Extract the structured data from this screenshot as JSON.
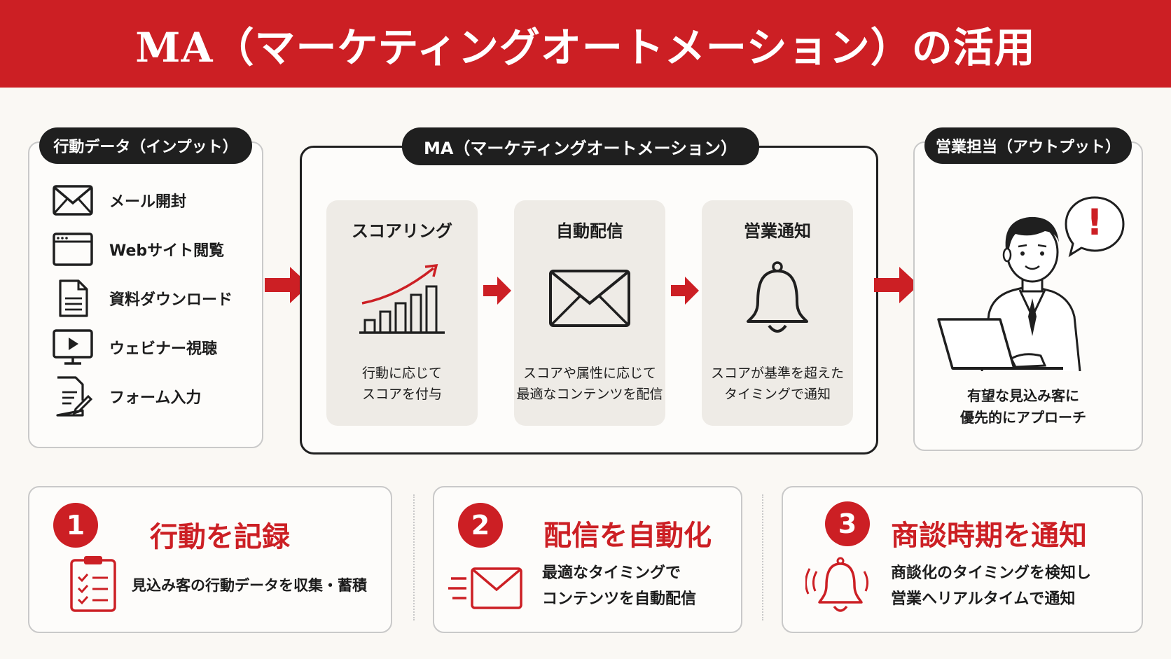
{
  "title": "MA（マーケティングオートメーション）の活用",
  "input": {
    "label": "行動データ（インプット）",
    "items": [
      {
        "icon": "envelope-icon",
        "label": "メール開封"
      },
      {
        "icon": "browser-window-icon",
        "label": "Webサイト閲覧"
      },
      {
        "icon": "document-icon",
        "label": "資料ダウンロード"
      },
      {
        "icon": "video-monitor-icon",
        "label": "ウェビナー視聴"
      },
      {
        "icon": "form-pen-icon",
        "label": "フォーム入力"
      }
    ]
  },
  "ma": {
    "label": "MA（マーケティングオートメーション）",
    "steps": [
      {
        "title": "スコアリング",
        "icon": "rising-bar-chart-icon",
        "desc": "行動に応じて\nスコアを付与"
      },
      {
        "title": "自動配信",
        "icon": "envelope-icon",
        "desc": "スコアや属性に応じて\n最適なコンテンツを配信"
      },
      {
        "title": "営業通知",
        "icon": "bell-icon",
        "desc": "スコアが基準を超えた\nタイミングで通知"
      }
    ]
  },
  "output": {
    "label": "営業担当（アウトプット）",
    "icon": "salesperson-with-laptop-icon",
    "alert": "!",
    "desc": "有望な見込み客に\n優先的にアプローチ"
  },
  "features": [
    {
      "number": "1",
      "title": "行動を記録",
      "icon": "clipboard-checklist-icon",
      "desc": "見込み客の行動データを収集・蓄積"
    },
    {
      "number": "2",
      "title": "配信を自動化",
      "icon": "sending-envelope-icon",
      "desc": "最適なタイミングで\nコンテンツを自動配信"
    },
    {
      "number": "3",
      "title": "商談時期を通知",
      "icon": "ringing-bell-icon",
      "desc": "商談化のタイミングを検知し\n営業へリアルタイムで通知"
    }
  ],
  "colors": {
    "accent": "#cc1f24",
    "dark": "#1f1f1f",
    "card": "#eeebe6",
    "background": "#faf8f4"
  }
}
